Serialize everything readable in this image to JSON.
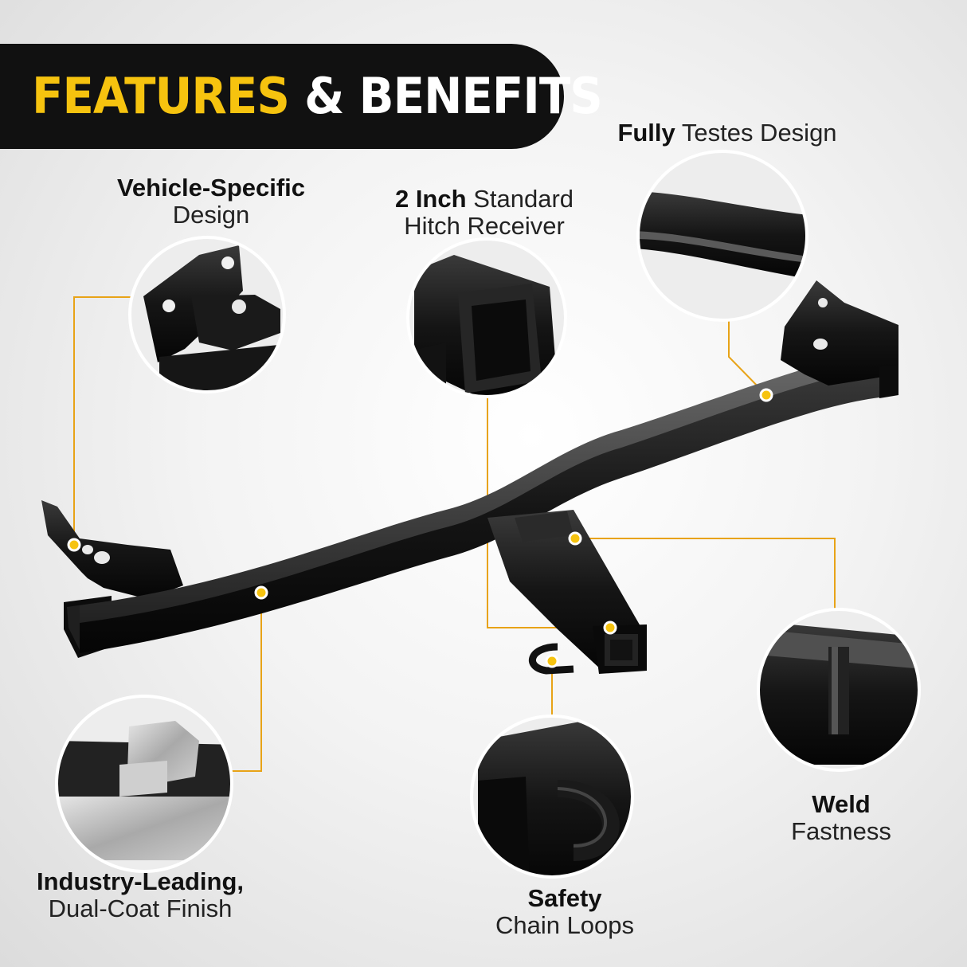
{
  "banner": {
    "title_accent": "FEATURES",
    "title_rest": "& BENEFITS"
  },
  "features": {
    "vehicle_specific": {
      "bold": "Vehicle-Specific",
      "normal": "Design"
    },
    "receiver": {
      "bold": "2 Inch",
      "normal_1": "Standard",
      "normal_2": "Hitch Receiver"
    },
    "tested": {
      "bold": "Fully",
      "normal": "Testes Design"
    },
    "finish": {
      "bold": "Industry-Leading,",
      "normal": "Dual-Coat Finish"
    },
    "safety": {
      "bold": "Safety",
      "normal": "Chain Loops"
    },
    "weld": {
      "bold": "Weld",
      "normal": "Fastness"
    }
  },
  "colors": {
    "accent": "#f6c30f",
    "callout_line": "#e8a317",
    "banner_bg": "#111111",
    "steel": "#141414"
  }
}
